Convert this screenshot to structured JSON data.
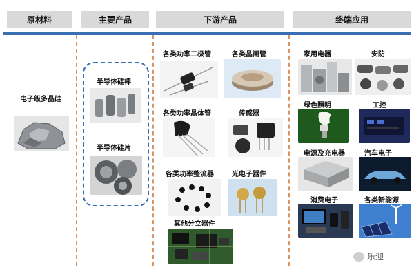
{
  "headers": {
    "raw_material": "原材料",
    "main_products": "主要产品",
    "downstream": "下游产品",
    "end_use": "终端应用"
  },
  "raw_material": {
    "label": "电子级多晶硅"
  },
  "main_products": {
    "rod": "半导体硅棒",
    "wafer": "半导体硅片"
  },
  "downstream": {
    "diode": "各类功率二极管",
    "thyristor": "各类晶闸管",
    "transistor": "各类功率晶体管",
    "sensor": "传感器",
    "rectifier": "各类功率整流器",
    "optoelectronic": "光电子器件",
    "discrete": "其他分立器件"
  },
  "end_use": {
    "appliances": "家用电器",
    "security": "安防",
    "lighting": "绿色照明",
    "industrial": "工控",
    "power_charger": "电源及充电器",
    "automotive": "汽车电子",
    "consumer": "消费电子",
    "new_energy": "各类新能源"
  },
  "watermark": "乐迎"
}
